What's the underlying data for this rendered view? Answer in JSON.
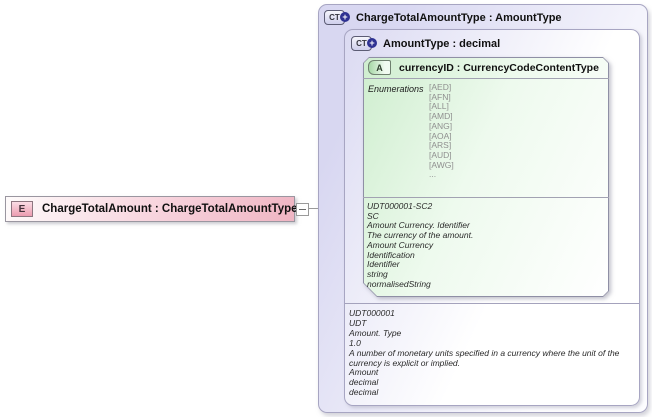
{
  "element_box": {
    "icon_label": "E",
    "title": "ChargeTotalAmount : ChargeTotalAmountType"
  },
  "connector": {
    "state_glyph": "minus"
  },
  "outer_type_box": {
    "icon_label": "CT",
    "expand_glyph": "+",
    "title": "ChargeTotalAmountType : AmountType"
  },
  "inner_type_box": {
    "icon_label": "CT",
    "expand_glyph": "+",
    "title": "AmountType : decimal"
  },
  "attribute_box": {
    "icon_label": "A",
    "title": "currencyID : CurrencyCodeContentType",
    "enumerations_label": "Enumerations",
    "enumeration_values": [
      "[AED]",
      "[AFN]",
      "[ALL]",
      "[AMD]",
      "[ANG]",
      "[AOA]",
      "[ARS]",
      "[AUD]",
      "[AWG]",
      "..."
    ],
    "annotation_lines": [
      "UDT000001-SC2",
      "SC",
      "Amount Currency. Identifier",
      "The currency of the amount.",
      "Amount Currency",
      "Identification",
      "Identifier",
      "string",
      "normalisedString"
    ]
  },
  "inner_type_annotation_lines": [
    "UDT000001",
    "UDT",
    "Amount. Type",
    "1.0",
    "A number of monetary units specified in a currency where the unit of the currency is explicit or implied.",
    "Amount",
    "decimal",
    "decimal"
  ],
  "colors": {
    "element_pink": "#efb5c3",
    "type_lavender": "#d8d7f1",
    "attribute_green": "#cfeecf",
    "plus_badge_navy": "#2e3192",
    "border_gray": "#8f8fa5"
  }
}
